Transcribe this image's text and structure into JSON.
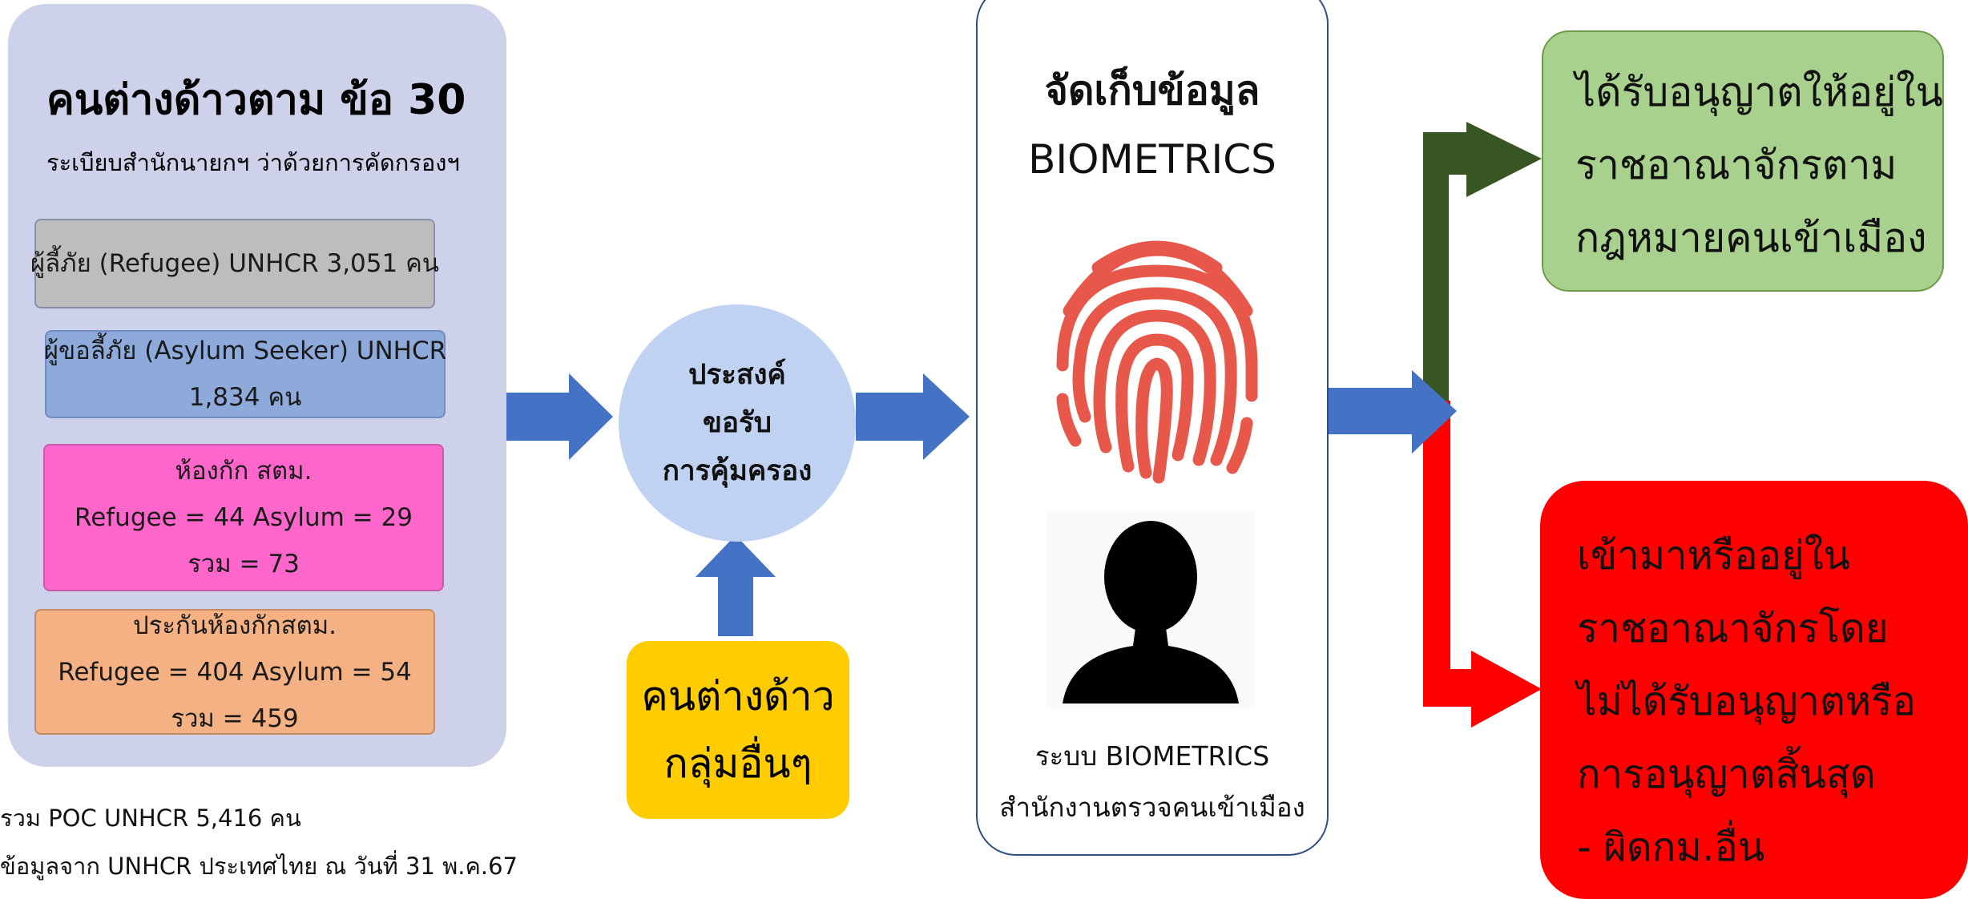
{
  "left_panel": {
    "title": "คนต่างด้าวตาม ข้อ 30",
    "subtitle": "ระเบียบสำนักนายกฯ ว่าด้วยการคัดกรองฯ",
    "categories": [
      {
        "lines": [
          "ผู้ลี้ภัย (Refugee) UNHCR 3,051 คน"
        ]
      },
      {
        "lines": [
          "ผู้ขอลี้ภัย (Asylum Seeker) UNHCR",
          "1,834 คน"
        ]
      },
      {
        "lines": [
          "ห้องกัก สตม.",
          "Refugee = 44 Asylum = 29",
          "รวม = 73"
        ]
      },
      {
        "lines": [
          "ประกันห้องกักสตม.",
          "Refugee = 404 Asylum = 54",
          "รวม = 459"
        ]
      }
    ]
  },
  "footnotes": [
    "รวม POC UNHCR 5,416 คน",
    "ข้อมูลจาก UNHCR  ประเทศไทย ณ วันที่ 31 พ.ค.67"
  ],
  "circle": {
    "lines": [
      "ประสงค์",
      "ขอรับ",
      "การคุ้มครอง"
    ]
  },
  "other_group": {
    "lines": [
      "คนต่างด้าว",
      "กลุ่มอื่นๆ"
    ]
  },
  "biometrics": {
    "title_lines": [
      "จัดเก็บข้อมูล",
      "BIOMETRICS"
    ],
    "caption_lines": [
      "ระบบ BIOMETRICS",
      "สำนักงานตรวจคนเข้าเมือง"
    ]
  },
  "outcomes": {
    "permitted": {
      "lines": [
        "ได้รับอนุญาตให้อยู่ใน",
        "ราชอาณาจักรตาม",
        "กฎหมายคนเข้าเมือง"
      ]
    },
    "illegal": {
      "lines": [
        "เข้ามาหรืออยู่ใน",
        "ราชอาณาจักรโดย",
        "ไม่ได้รับอนุญาตหรือ",
        "การอนุญาตสิ้นสุด",
        "- ผิดกม.อื่น"
      ]
    }
  },
  "colors": {
    "panel": "#cdd2ea",
    "arrow_blue": "#4472c4",
    "arrow_green": "#375623",
    "arrow_red": "#ff0000",
    "fingerprint": "#e8584a"
  },
  "icons": [
    "fingerprint-icon",
    "person-silhouette-icon"
  ]
}
